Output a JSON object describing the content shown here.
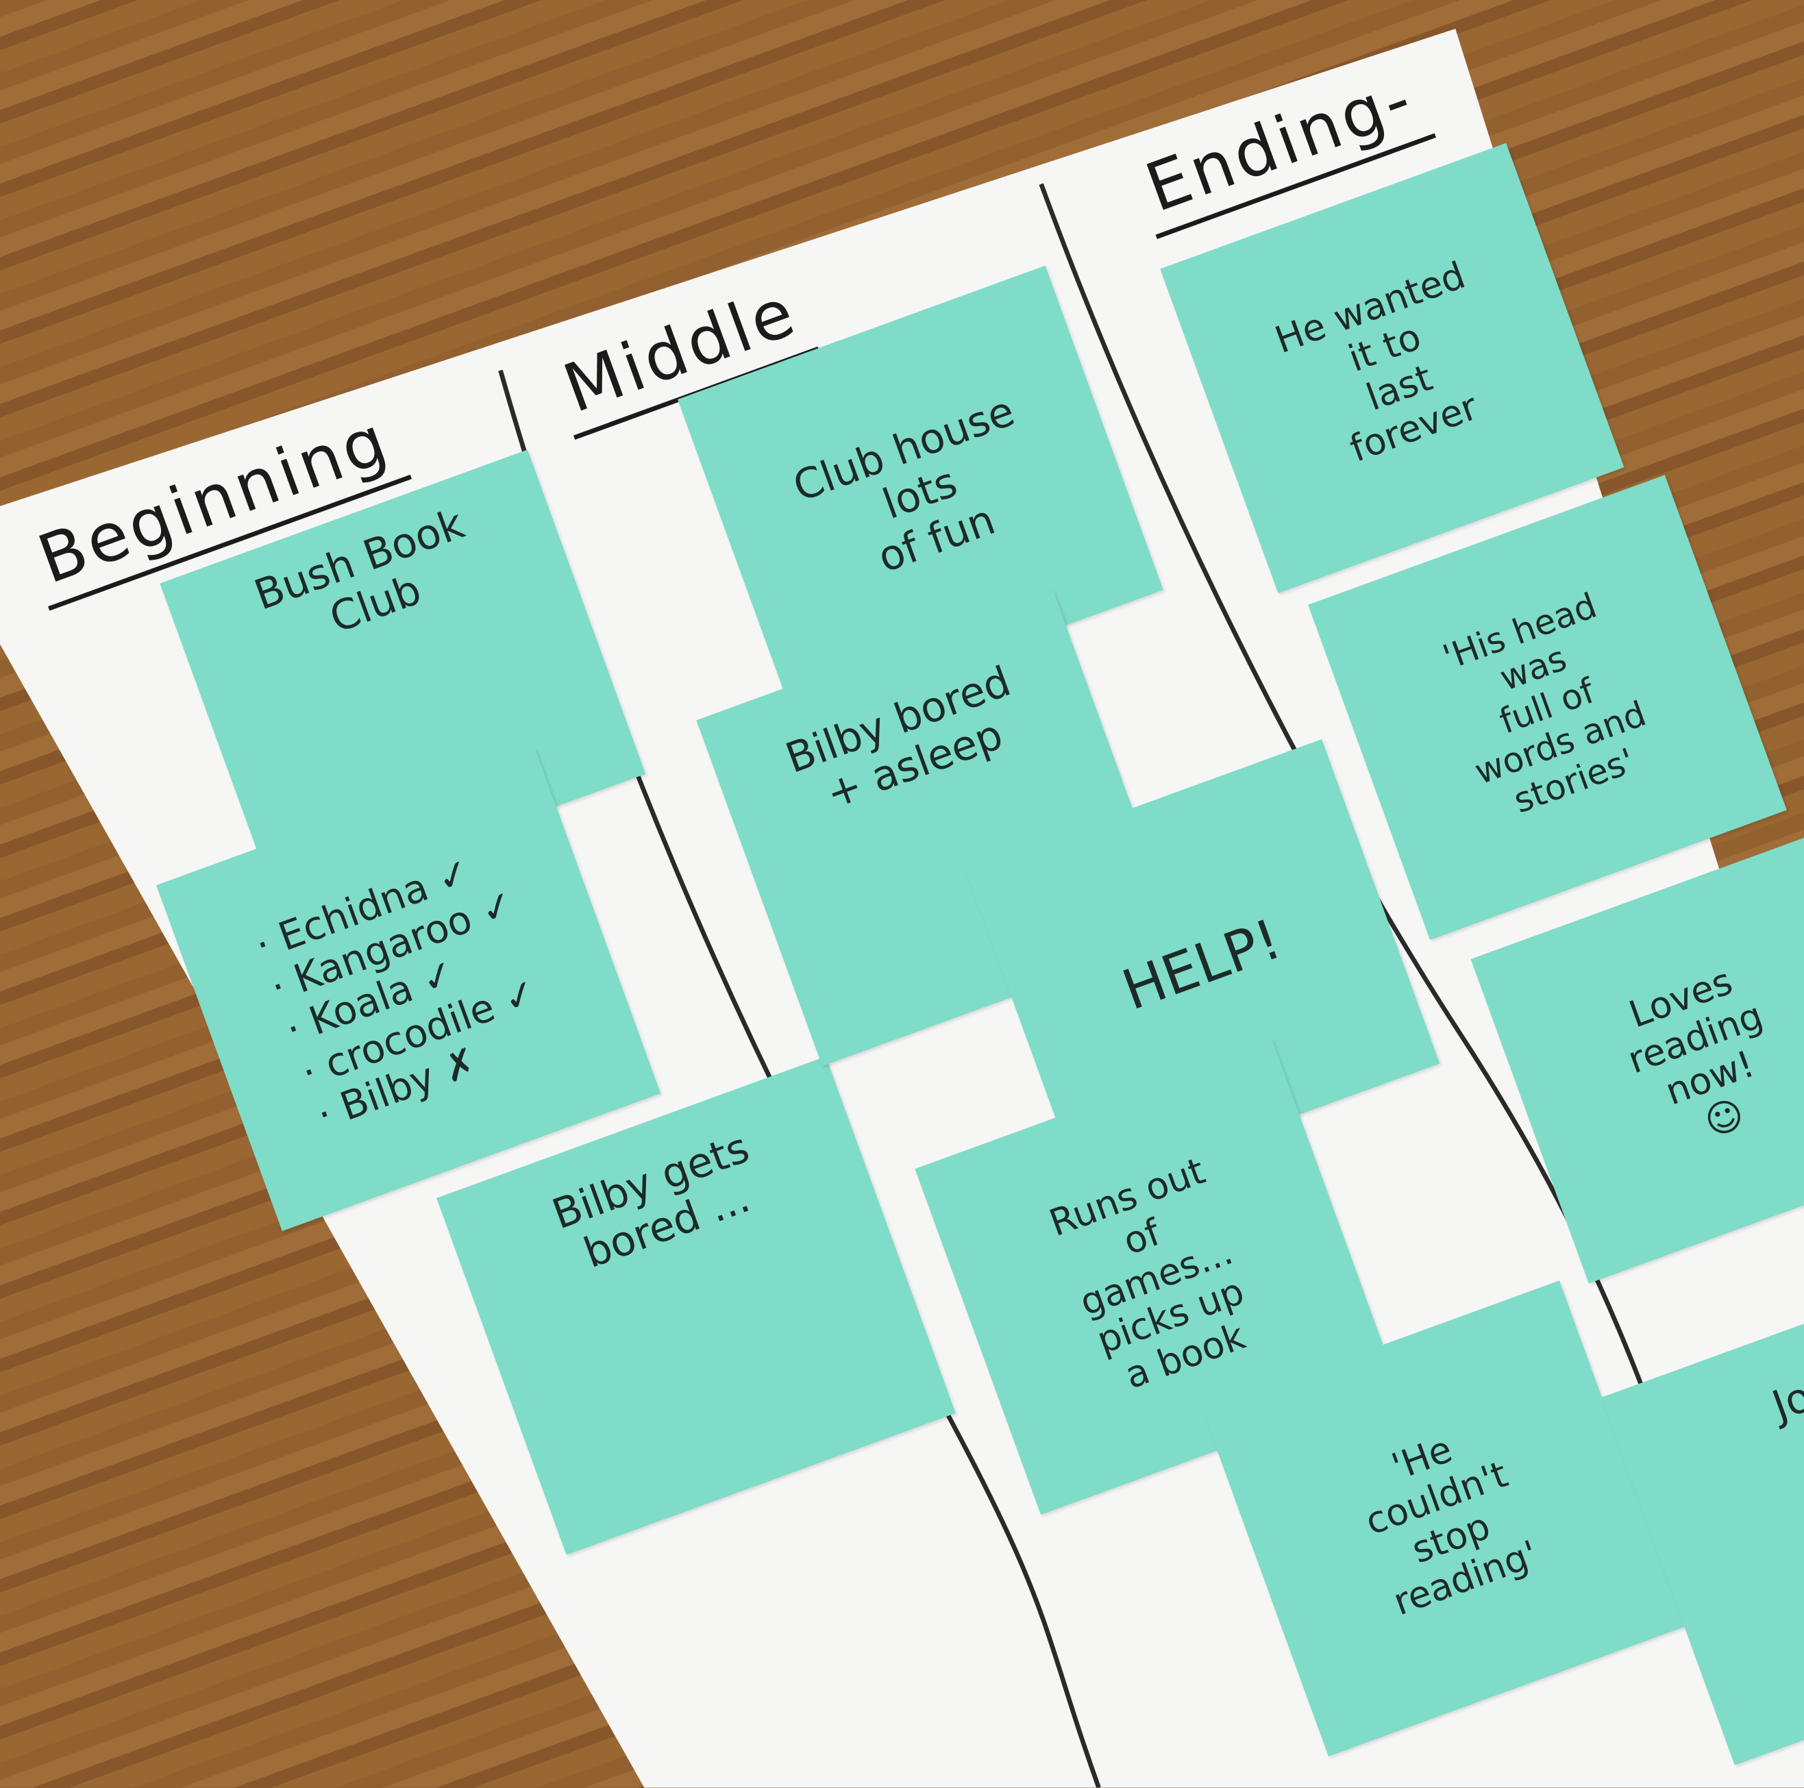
{
  "colors": {
    "paper": "#f6f7f5",
    "sticky_note": "#7fdcc8",
    "ink": "#1d2a27",
    "wood": "#93602f"
  },
  "headers": {
    "beginning": "Beginning",
    "middle": "Middle",
    "ending": "Ending-"
  },
  "notes": {
    "bush_book_club": "Bush Book\nClub",
    "animals": "· Echidna ✓\n· Kangaroo ✓\n· Koala ✓\n· crocodile ✓\n· Bilby ✗",
    "bilby_gets_bored": "Bilby gets\nbored ...",
    "clubhouse": "Club house\nlots\nof fun",
    "bilby_bored_asleep": "Bilby bored\n+ asleep",
    "help": "HELP!",
    "runs_out": "Runs out\nof\ngames...\npicks up\na book",
    "couldnt_stop": "'He\ncouldn't\nstop\nreading'",
    "wanted_forever": "He wanted\nit to\nlast\nforever",
    "his_head": "'His head\nwas\nfull of\nwords and\nstories'",
    "loves_reading": "Loves\nreading\nnow!\n☺",
    "joi": "Joi"
  }
}
